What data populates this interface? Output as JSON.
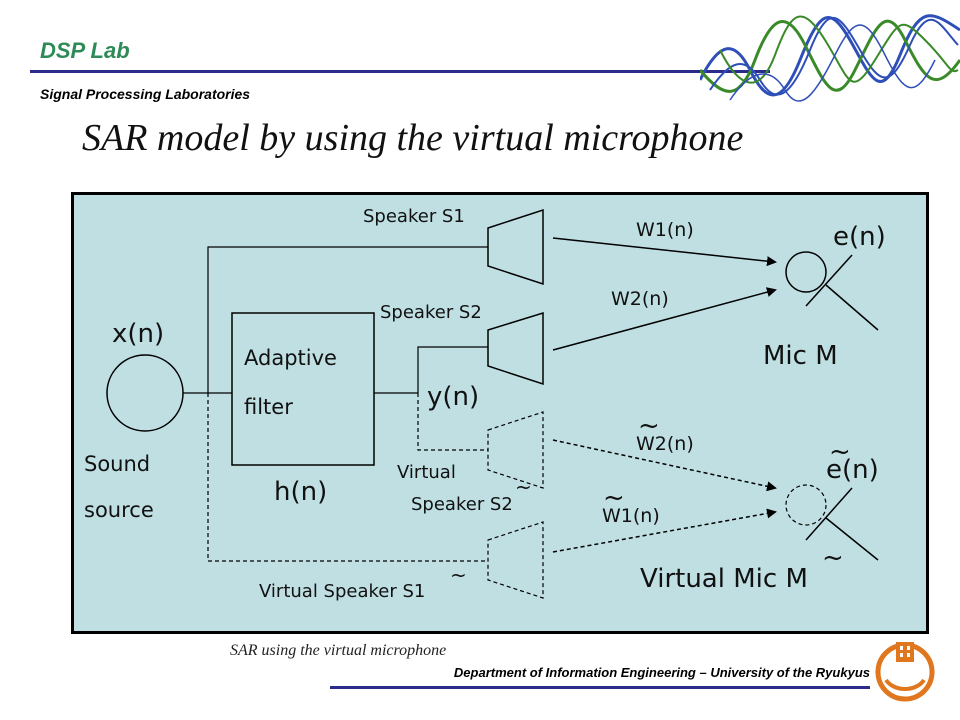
{
  "header": {
    "lab_name": "DSP Lab",
    "lab_subtitle": "Signal Processing Laboratories",
    "title": "SAR model by using the virtual microphone"
  },
  "diagram": {
    "source_signal": "x(n)",
    "source_label_1": "Sound",
    "source_label_2": "source",
    "filter_label_1": "Adaptive",
    "filter_label_2": "filter",
    "filter_response": "h(n)",
    "filter_output": "y(n)",
    "speaker_s1": "Speaker S1",
    "speaker_s2": "Speaker S2",
    "virtual_s2_line1": "Virtual",
    "virtual_s2_line2": "Speaker S2",
    "virtual_s1": "Virtual Speaker S1",
    "path_w1": "W1(n)",
    "path_w2": "W2(n)",
    "virtual_path_w2": "W2(n)",
    "virtual_path_w1": "W1(n)",
    "error_signal": "e(n)",
    "mic": "Mic M",
    "virtual_error_signal": "e(n)",
    "virtual_mic": "Virtual Mic M",
    "tilde": "~"
  },
  "footer": {
    "caption": "SAR using the virtual microphone",
    "department": "Department of Information Engineering – University of the Ryukyus"
  },
  "colors": {
    "lab_green": "#2e8b57",
    "rule_blue": "#2b2b8c",
    "diagram_bg": "#bfdfe3",
    "logo_wave_blue": "#2f4fb8",
    "logo_wave_green": "#3a8a2a",
    "logo_orange": "#e0771e"
  },
  "icons": {
    "header_logo": "sine-wave-icon",
    "university_logo": "university-emblem-icon"
  }
}
